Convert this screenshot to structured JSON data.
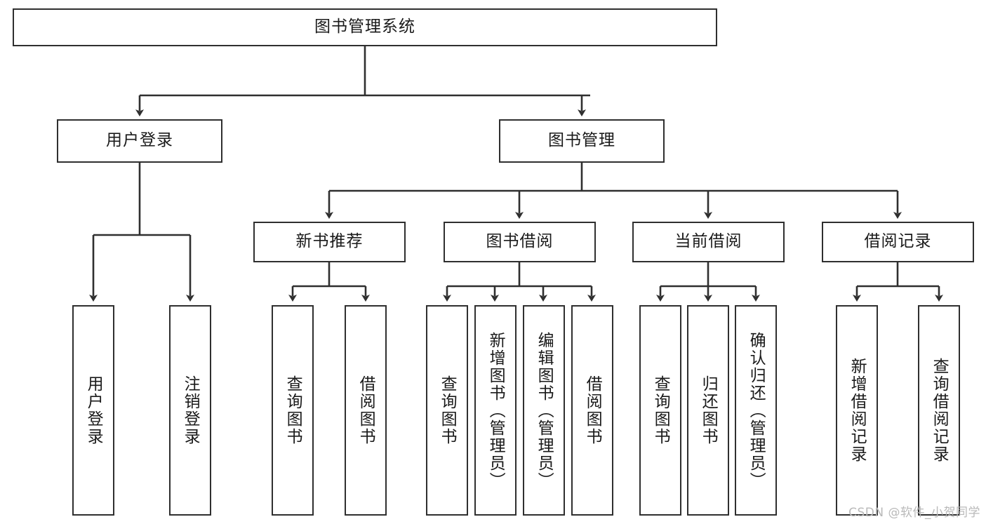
{
  "diagram": {
    "type": "tree",
    "title": "图书管理系统",
    "watermark": "CSDN @软件_小贺同学",
    "colors": {
      "stroke": "#2f2f2f",
      "fill": "#ffffff",
      "text": "#1a1a1a",
      "watermark": "#b9b9b9"
    },
    "nodes": {
      "root": "图书管理系统",
      "level1": [
        "用户登录",
        "图书管理"
      ],
      "level2": [
        "新书推荐",
        "图书借阅",
        "当前借阅",
        "借阅记录"
      ],
      "leaves": [
        "用户登录",
        "注销登录",
        "查询图书",
        "借阅图书",
        "查询图书",
        "新增图书（管理员）",
        "编辑图书（管理员）",
        "借阅图书",
        "查询图书",
        "归还图书",
        "确认归还（管理员）",
        "新增借阅记录",
        "查询借阅记录"
      ]
    },
    "tree": {
      "label": "图书管理系统",
      "children": [
        {
          "label": "用户登录",
          "children": [
            {
              "label": "用户登录"
            },
            {
              "label": "注销登录"
            }
          ]
        },
        {
          "label": "图书管理",
          "children": [
            {
              "label": "新书推荐",
              "children": [
                {
                  "label": "查询图书"
                },
                {
                  "label": "借阅图书"
                }
              ]
            },
            {
              "label": "图书借阅",
              "children": [
                {
                  "label": "查询图书"
                },
                {
                  "label": "新增图书（管理员）"
                },
                {
                  "label": "编辑图书（管理员）"
                },
                {
                  "label": "借阅图书"
                }
              ]
            },
            {
              "label": "当前借阅",
              "children": [
                {
                  "label": "查询图书"
                },
                {
                  "label": "归还图书"
                },
                {
                  "label": "确认归还（管理员）"
                }
              ]
            },
            {
              "label": "借阅记录",
              "children": [
                {
                  "label": "新增借阅记录"
                },
                {
                  "label": "查询借阅记录"
                }
              ]
            }
          ]
        }
      ]
    }
  }
}
